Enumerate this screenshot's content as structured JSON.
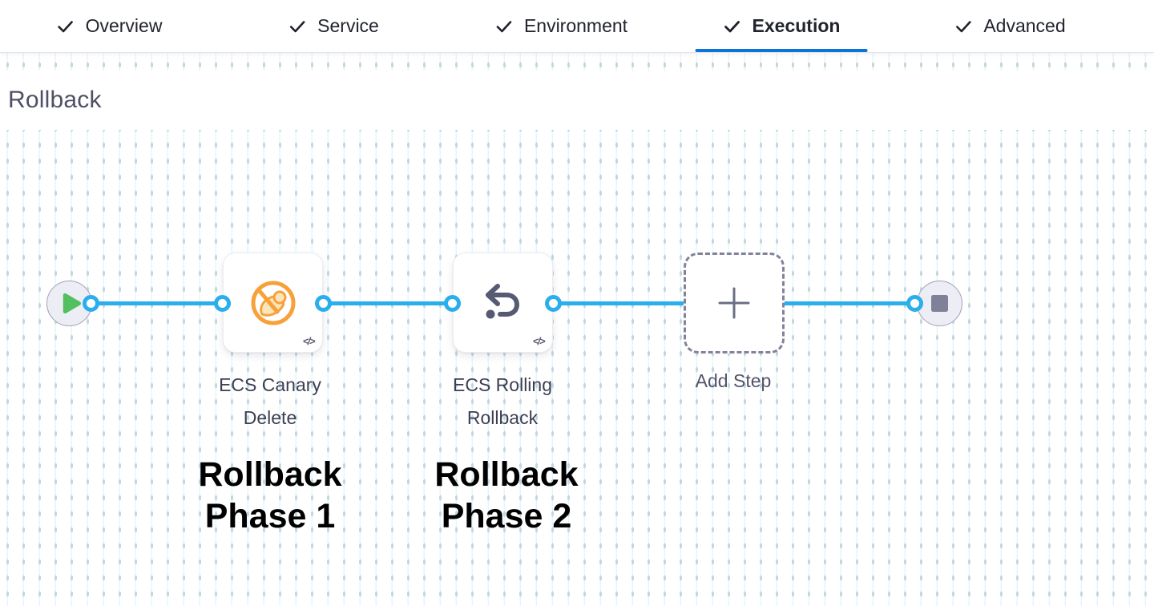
{
  "tabs": {
    "items": [
      {
        "label": "Overview",
        "checked": true,
        "active": false
      },
      {
        "label": "Service",
        "checked": true,
        "active": false
      },
      {
        "label": "Environment",
        "checked": true,
        "active": false
      },
      {
        "label": "Execution",
        "checked": true,
        "active": true
      },
      {
        "label": "Advanced",
        "checked": true,
        "active": false
      }
    ]
  },
  "section": {
    "title": "Rollback"
  },
  "flow": {
    "start_node": "play",
    "end_node": "stop",
    "code_badge": "</>",
    "steps": [
      {
        "name": "ECS Canary Delete",
        "label": "ECS Canary\nDelete",
        "icon": "canary-delete-icon",
        "annotation": "Rollback\nPhase 1"
      },
      {
        "name": "ECS Rolling Rollback",
        "label": "ECS Rolling\nRollback",
        "icon": "rolling-rollback-icon",
        "annotation": "Rollback\nPhase 2"
      }
    ],
    "add_step": {
      "label": "Add Step"
    }
  },
  "colors": {
    "active_tab_underline": "#0b74d8",
    "connector_blue": "#2aaeec",
    "canary_orange": "#f8a13b",
    "rollback_icon_slate": "#565a73",
    "play_green": "#52c05e",
    "stop_gray": "#7e8197",
    "annotation_black": "#000000"
  }
}
